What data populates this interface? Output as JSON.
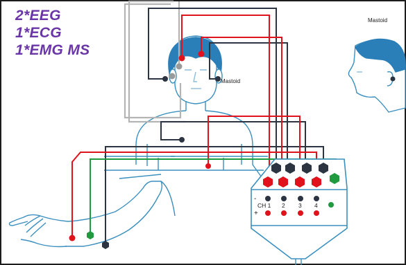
{
  "montage": {
    "lines": [
      "2*EEG",
      "1*ECG",
      "1*EMG MS"
    ],
    "color": "#6a35a8"
  },
  "labels": {
    "mastoid_body": "Mastoid",
    "mastoid_side": "Mastoid"
  },
  "amplifier": {
    "channel_prefix": "CH 1",
    "channels": [
      "2",
      "3",
      "4"
    ],
    "minus_sign": "-",
    "plus_sign": "+"
  },
  "colors": {
    "skin_outline": "#3a8fbf",
    "hair": "#2b7fb8",
    "red_lead": "#e0121b",
    "black_lead": "#2b3440",
    "green_lead": "#1f9a3f",
    "reference_lead": "#b4b4b4"
  }
}
